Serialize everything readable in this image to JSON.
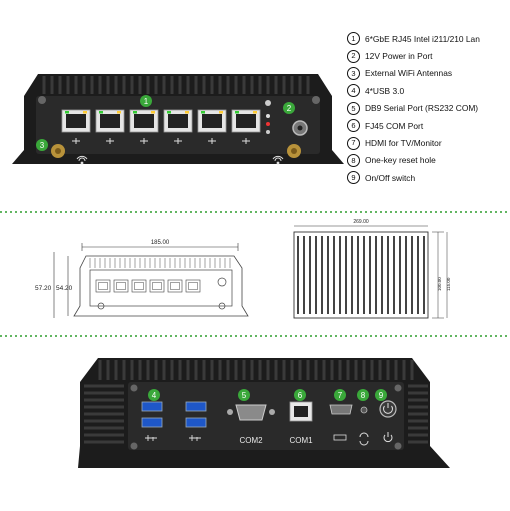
{
  "legend": [
    {
      "num": "1",
      "text": "6*GbE RJ45 Intel i211/210 Lan"
    },
    {
      "num": "2",
      "text": "12V Power in Port"
    },
    {
      "num": "3",
      "text": "External WiFi Antennas"
    },
    {
      "num": "4",
      "text": "4*USB 3.0"
    },
    {
      "num": "5",
      "text": "DB9 Serial Port (RS232 COM)"
    },
    {
      "num": "6",
      "text": "FJ45 COM Port"
    },
    {
      "num": "7",
      "text": "HDMI for TV/Monitor"
    },
    {
      "num": "8",
      "text": "One-key reset hole"
    },
    {
      "num": "9",
      "text": "On/Off switch"
    }
  ],
  "top_callouts": {
    "c1": "1",
    "c2": "2",
    "c3": "3"
  },
  "bottom_callouts": {
    "c4": "4",
    "c5": "5",
    "c6": "6",
    "c7": "7",
    "c8": "8",
    "c9": "9"
  },
  "port_labels": {
    "com2": "COM2",
    "com1": "COM1"
  },
  "dimensions": {
    "width": "185.00",
    "height_outer": "57.20",
    "height_inner": "54.20",
    "side_top": "269.00",
    "side_right_a": "100.00",
    "side_right_b": "115.00"
  },
  "colors": {
    "callout_green": "#3aa83a",
    "divider_green": "#2e9e2e",
    "chassis": "#1c1c1c"
  }
}
